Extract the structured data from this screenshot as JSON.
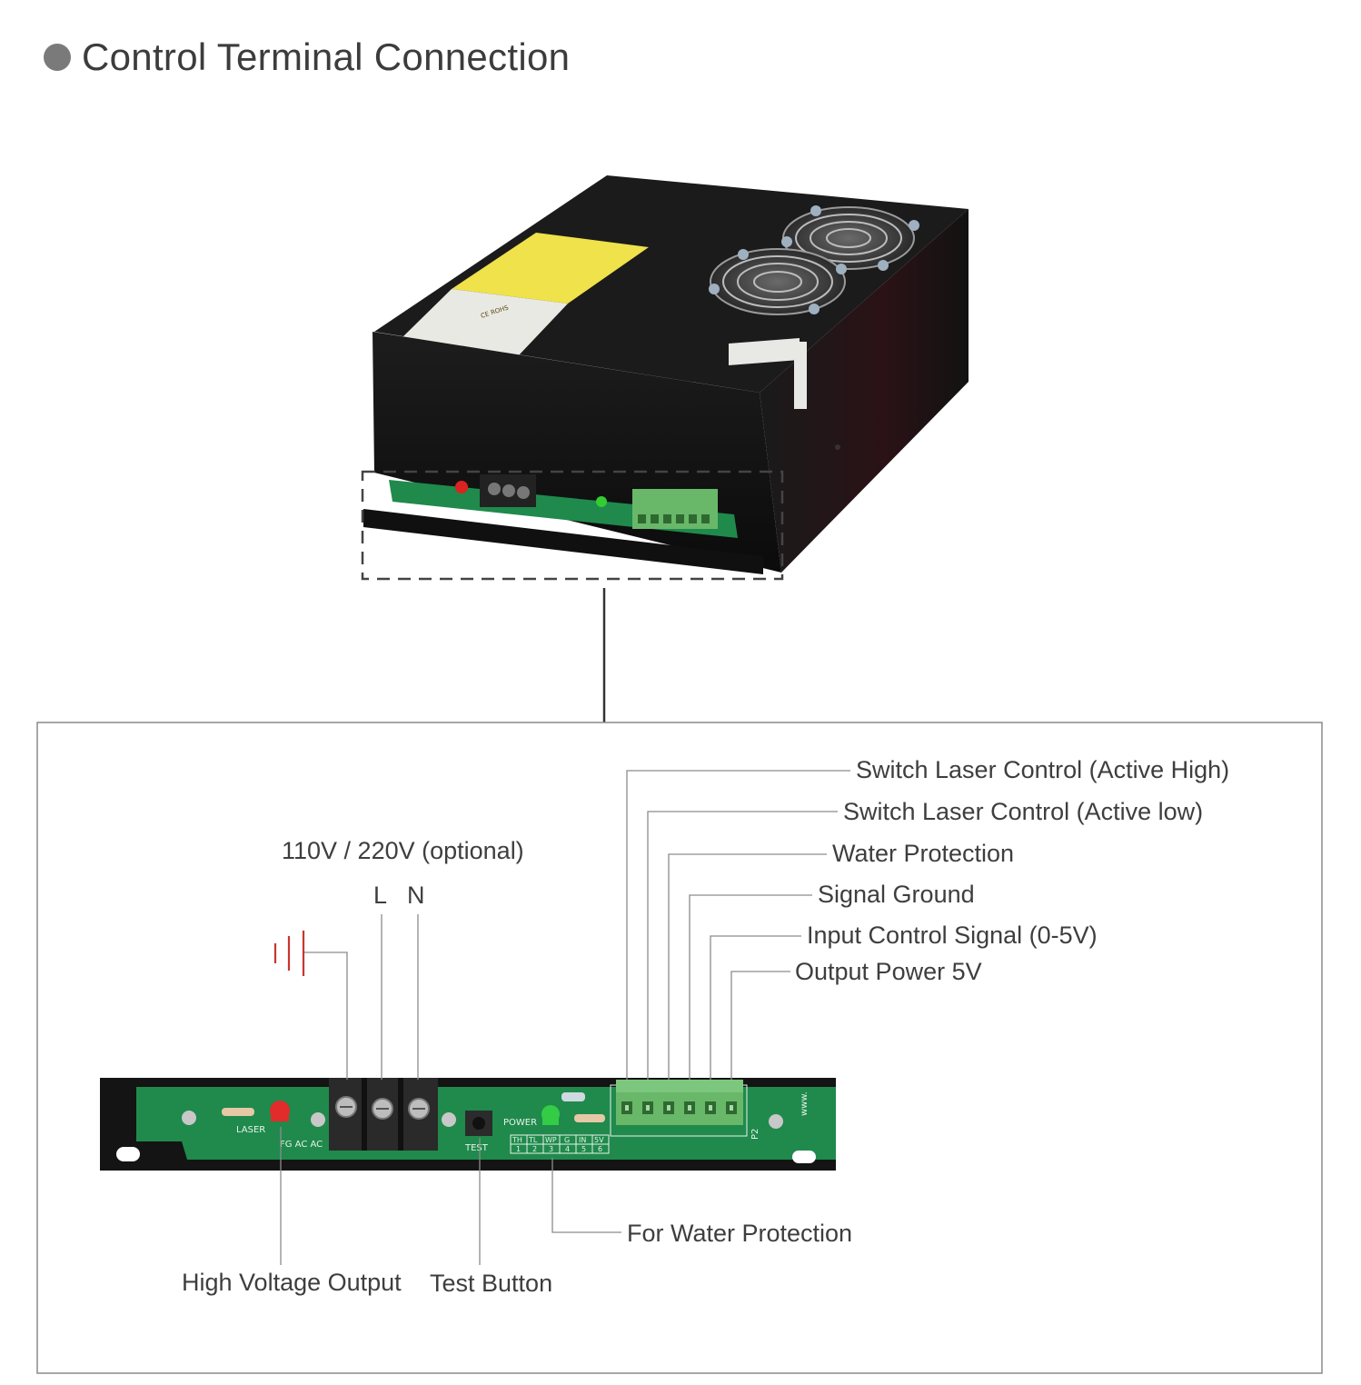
{
  "header": {
    "title": "Control Terminal Connection"
  },
  "labels": {
    "switch_high": "Switch Laser Control (Active High)",
    "switch_low": "Switch Laser Control (Active low)",
    "water_protection": "Water Protection",
    "signal_ground": "Signal Ground",
    "input_control": "Input Control Signal (0-5V)",
    "output_power": "Output Power 5V",
    "voltage": "110V / 220V (optional)",
    "live": "L",
    "neutral": "N",
    "high_voltage": "High Voltage Output",
    "test_button": "Test Button",
    "for_water": "For Water Protection"
  },
  "board": {
    "laser": "LASER",
    "fg_ac_ac": "FG AC AC",
    "power": "POWER",
    "test": "TEST",
    "www": "www.",
    "p2": "P2",
    "pins": [
      {
        "name": "TH",
        "num": "1"
      },
      {
        "name": "TL",
        "num": "2"
      },
      {
        "name": "WP",
        "num": "3"
      },
      {
        "name": "G",
        "num": "4"
      },
      {
        "name": "IN",
        "num": "5"
      },
      {
        "name": "5V",
        "num": "6"
      }
    ]
  },
  "colors": {
    "pcb": "#1f8a4c",
    "terminal_green": "#69b86a",
    "chassis": "#141414",
    "ground_symbol": "#c9352d",
    "leader": "#8c8c8c",
    "sticker": "#f0e34a"
  }
}
